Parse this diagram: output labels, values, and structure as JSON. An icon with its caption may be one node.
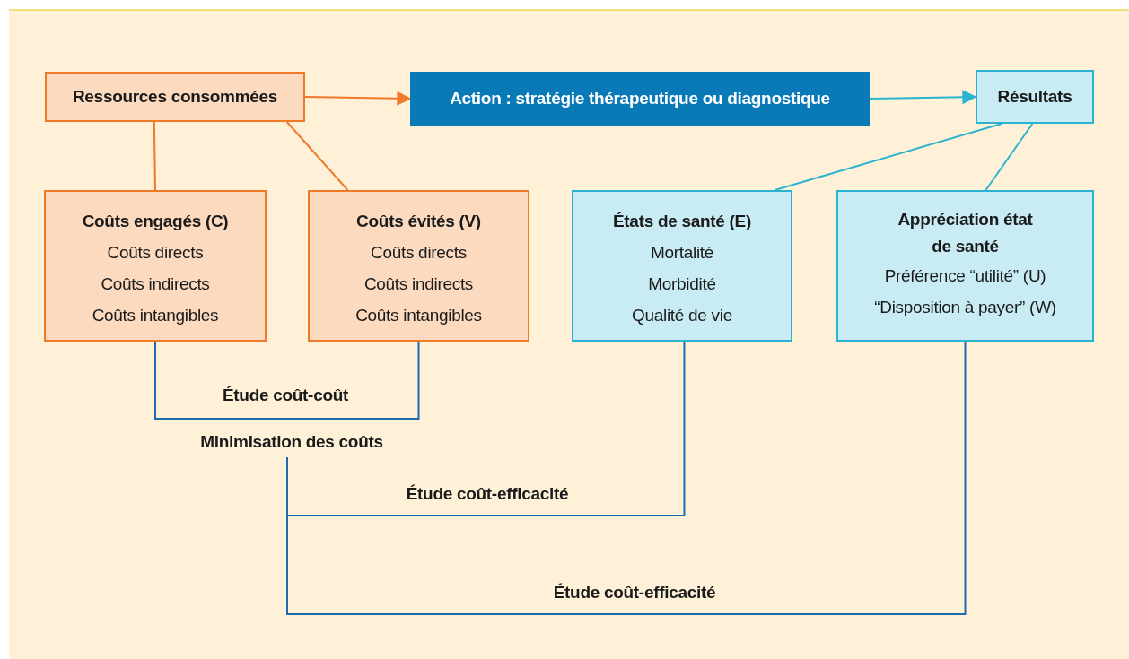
{
  "diagram": {
    "nodes": [
      {
        "text": [
          "Ressources consommées"
        ]
      },
      {
        "text": [
          "Action : stratégie thérapeutique ou diagnostique"
        ]
      },
      {
        "text": [
          "Résultats"
        ]
      },
      {
        "text": [
          "Coûts engagés (C)",
          "Coûts directs",
          "Coûts indirects",
          "Coûts intangibles"
        ]
      },
      {
        "text": [
          "Coûts évités (V)",
          "Coûts directs",
          "Coûts indirects",
          "Coûts intangibles"
        ]
      },
      {
        "text": [
          "États de santé (E)",
          "Mortalité",
          "Morbidité",
          "Qualité de vie"
        ]
      },
      {
        "text": [
          "Appréciation état de santé",
          "Préférence “utilité” (U)",
          "“Disposition à payer” (W)"
        ]
      },
      {
        "text": [
          "Minimisation des coûts"
        ]
      }
    ],
    "edges": [
      {
        "from": 0,
        "to": 1,
        "arrow": "to",
        "color": "#f07a2a"
      },
      {
        "from": 1,
        "to": 2,
        "arrow": "to",
        "color": "#2ab3d0"
      },
      {
        "from": 0,
        "to": 3,
        "arrow": "none",
        "color": "#f07a2a"
      },
      {
        "from": 0,
        "to": 4,
        "arrow": "none",
        "color": "#f07a2a"
      },
      {
        "from": 2,
        "to": 5,
        "arrow": "none",
        "color": "#2ab3d0"
      },
      {
        "from": 2,
        "to": 6,
        "arrow": "none",
        "color": "#2ab3d0"
      },
      {
        "from": 3,
        "to": 4,
        "arrow": "none",
        "label": "Étude coût-coût",
        "color": "#1b6bb0"
      },
      {
        "from": 7,
        "to": 5,
        "arrow": "none",
        "label": "Étude coût-efficacité",
        "color": "#1b6bb0"
      },
      {
        "from": 7,
        "to": 6,
        "arrow": "none",
        "label": "Étude coût-efficacité",
        "color": "#1b6bb0"
      }
    ]
  }
}
